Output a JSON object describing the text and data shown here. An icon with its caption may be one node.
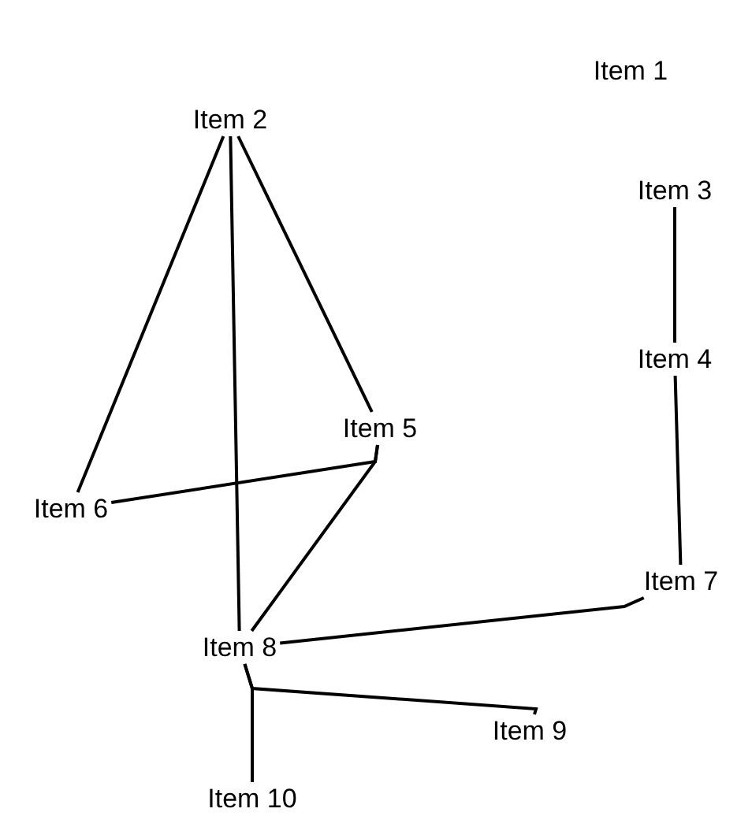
{
  "diagram": {
    "nodes": [
      {
        "text": [
          "Item 1"
        ]
      },
      {
        "text": [
          "Item 2"
        ]
      },
      {
        "text": [
          "Item 3"
        ]
      },
      {
        "text": [
          "Item 4"
        ]
      },
      {
        "text": [
          "Item 5"
        ]
      },
      {
        "text": [
          "Item 6"
        ]
      },
      {
        "text": [
          "Item 7"
        ]
      },
      {
        "text": [
          "Item 8"
        ]
      },
      {
        "text": [
          "Item 9"
        ]
      },
      {
        "text": [
          "Item 10"
        ]
      }
    ],
    "edges": [
      {
        "from": 1,
        "to": 5,
        "arrow": "none"
      },
      {
        "from": 1,
        "to": 7,
        "arrow": "none"
      },
      {
        "from": 1,
        "to": 4,
        "arrow": "none"
      },
      {
        "from": 5,
        "to": 4,
        "arrow": "none"
      },
      {
        "from": 4,
        "to": 7,
        "arrow": "none"
      },
      {
        "from": 2,
        "to": 3,
        "arrow": "none"
      },
      {
        "from": 3,
        "to": 6,
        "arrow": "none"
      },
      {
        "from": 7,
        "to": 6,
        "arrow": "none"
      },
      {
        "from": 7,
        "to": 8,
        "arrow": "none"
      },
      {
        "from": 7,
        "to": 9,
        "arrow": "none"
      }
    ]
  }
}
